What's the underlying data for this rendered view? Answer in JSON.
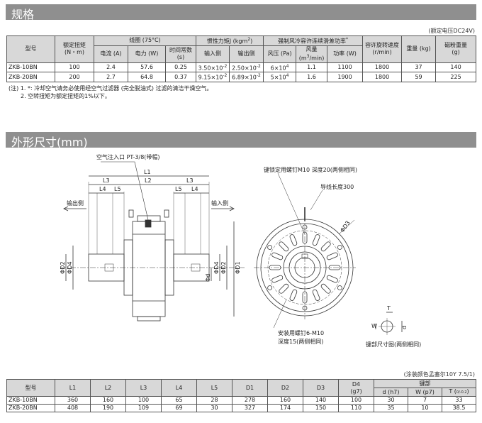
{
  "spec": {
    "title": "规格",
    "voltage_note": "(额定电压DC24V)",
    "headers": {
      "model": "型号",
      "torque": "额定扭矩",
      "torque_unit": "(N・m)",
      "coil": "线圈 (75°C)",
      "current": "电流 (A)",
      "power": "电力 (W)",
      "time_const": "时间常数",
      "time_const_unit": "(s)",
      "inertia": "惯性力矩J (kgm",
      "inertia_exp": "2",
      "inertia_close": ")",
      "input_side": "输入侧",
      "output_side": "输出侧",
      "cooling": "强制风冷容许连续滑差功率",
      "cooling_mark": "*",
      "pressure": "风压 (Pa)",
      "airflow": "风量",
      "airflow_unit_a": "(m",
      "airflow_unit_exp": "3",
      "airflow_unit_b": "/min)",
      "slip_power": "功率 (W)",
      "speed": "容许旋转速度",
      "speed_unit": "(r/min)",
      "weight": "重量 (kg)",
      "magnet_powder": "磁粉重量",
      "magnet_powder_unit": "(g)"
    },
    "rows": [
      {
        "model": "ZKB-10BN",
        "torque": "100",
        "current": "2.4",
        "power": "57.6",
        "tc": "0.25",
        "in_m": "3.50×10",
        "in_e": "-2",
        "out_m": "2.50×10",
        "out_e": "-2",
        "pa_m": "6×10",
        "pa_e": "4",
        "flow": "1.1",
        "slip": "1100",
        "speed": "1800",
        "weight": "37",
        "powder": "140"
      },
      {
        "model": "ZKB-20BN",
        "torque": "200",
        "current": "2.7",
        "power": "64.8",
        "tc": "0.37",
        "in_m": "9.15×10",
        "in_e": "-2",
        "out_m": "6.89×10",
        "out_e": "-2",
        "pa_m": "5×10",
        "pa_e": "4",
        "flow": "1.6",
        "slip": "1900",
        "speed": "1800",
        "weight": "59",
        "powder": "225"
      }
    ],
    "notes": [
      "(注) 1. *: 冷却空气请务必使用经空气过滤器 (完全脱油式) 过滤的清洁干燥空气。",
      "2. 空转扭矩为额定扭矩的1%以下。"
    ]
  },
  "drawing": {
    "title": "外形尺寸(mm)",
    "air_inlet": "空气注入口 PT-3/8(带帽)",
    "output_side": "输出侧",
    "input_side": "输入侧",
    "L1": "L1",
    "L2": "L2",
    "L3": "L3",
    "L4": "L4",
    "L5": "L5",
    "D1": "ΦD1",
    "D2": "ΦD2",
    "D3": "ΦD3",
    "D4": "ΦD4",
    "phi_d": "Φd",
    "key_screw": "键锁定用螺钉M10 深度20(两侧相同)",
    "lead_length": "导线长度300",
    "mount_screw_1": "安装用螺钉6-M10",
    "mount_screw_2": "深度15(两侧相同)",
    "key_label": "键部尺寸图(两侧相同)",
    "W": "W",
    "T": "T",
    "d": "d"
  },
  "dims": {
    "paint_note": "(涂装颜色孟塞尔10Y 7.5/1)",
    "headers": {
      "model": "型号",
      "L1": "L1",
      "L2": "L2",
      "L3": "L3",
      "L4": "L4",
      "L5": "L5",
      "D1": "D1",
      "D2": "D2",
      "D3": "D3",
      "D4": "D4",
      "D4_unit": "(g7)",
      "key": "键部",
      "d": "d (h7)",
      "W": "W (p7)",
      "T": "T (",
      "T_tol": "0/-0.2",
      "T_close": ")"
    },
    "rows": [
      {
        "model": "ZKB-10BN",
        "L1": "360",
        "L2": "160",
        "L3": "100",
        "L4": "65",
        "L5": "28",
        "D1": "278",
        "D2": "160",
        "D3": "140",
        "D4": "100",
        "d": "30",
        "W": "7",
        "T": "33"
      },
      {
        "model": "ZKB-20BN",
        "L1": "408",
        "L2": "190",
        "L3": "109",
        "L4": "69",
        "L5": "30",
        "D1": "327",
        "D2": "174",
        "D3": "150",
        "D4": "110",
        "d": "35",
        "W": "10",
        "T": "38.5"
      }
    ]
  },
  "colors": {
    "header_bar": "#8f8f8f",
    "table_header": "#d8d8d8",
    "line": "#333333"
  }
}
